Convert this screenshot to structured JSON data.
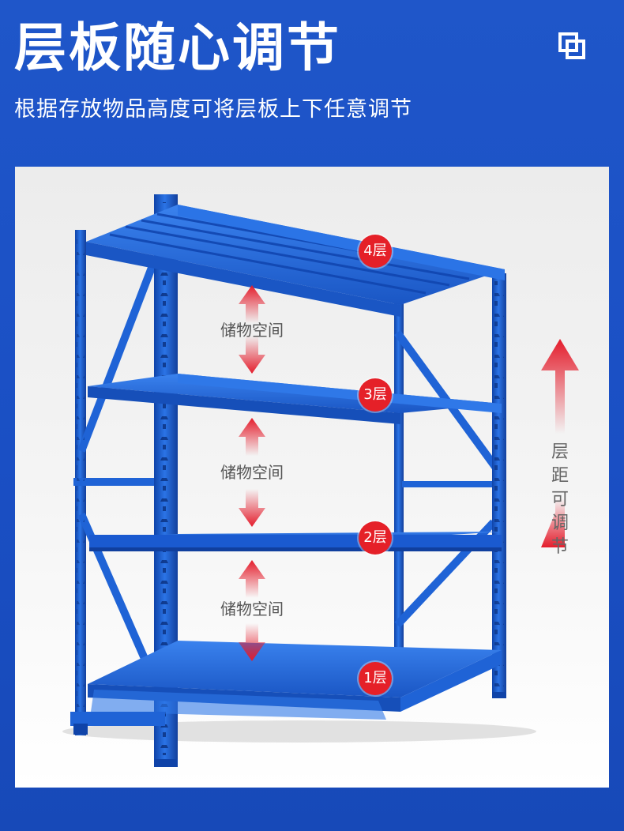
{
  "header": {
    "title": "层板随心调节",
    "subtitle": "根据存放物品高度可将层板上下任意调节",
    "corner_icon": "overlap-squares-icon"
  },
  "shelf": {
    "layers": [
      {
        "label": "4层"
      },
      {
        "label": "3层"
      },
      {
        "label": "2层"
      },
      {
        "label": "1层"
      }
    ],
    "storage_spaces": [
      {
        "label": "储物空间"
      },
      {
        "label": "储物空间"
      },
      {
        "label": "储物空间"
      }
    ],
    "adjust_chars": [
      "层",
      "距",
      "可",
      "调",
      "节"
    ],
    "colors": {
      "frame": "#1f63d6",
      "frame_dark": "#0f43a8",
      "accent": "#e52028",
      "background": "#1a4fc4"
    }
  }
}
